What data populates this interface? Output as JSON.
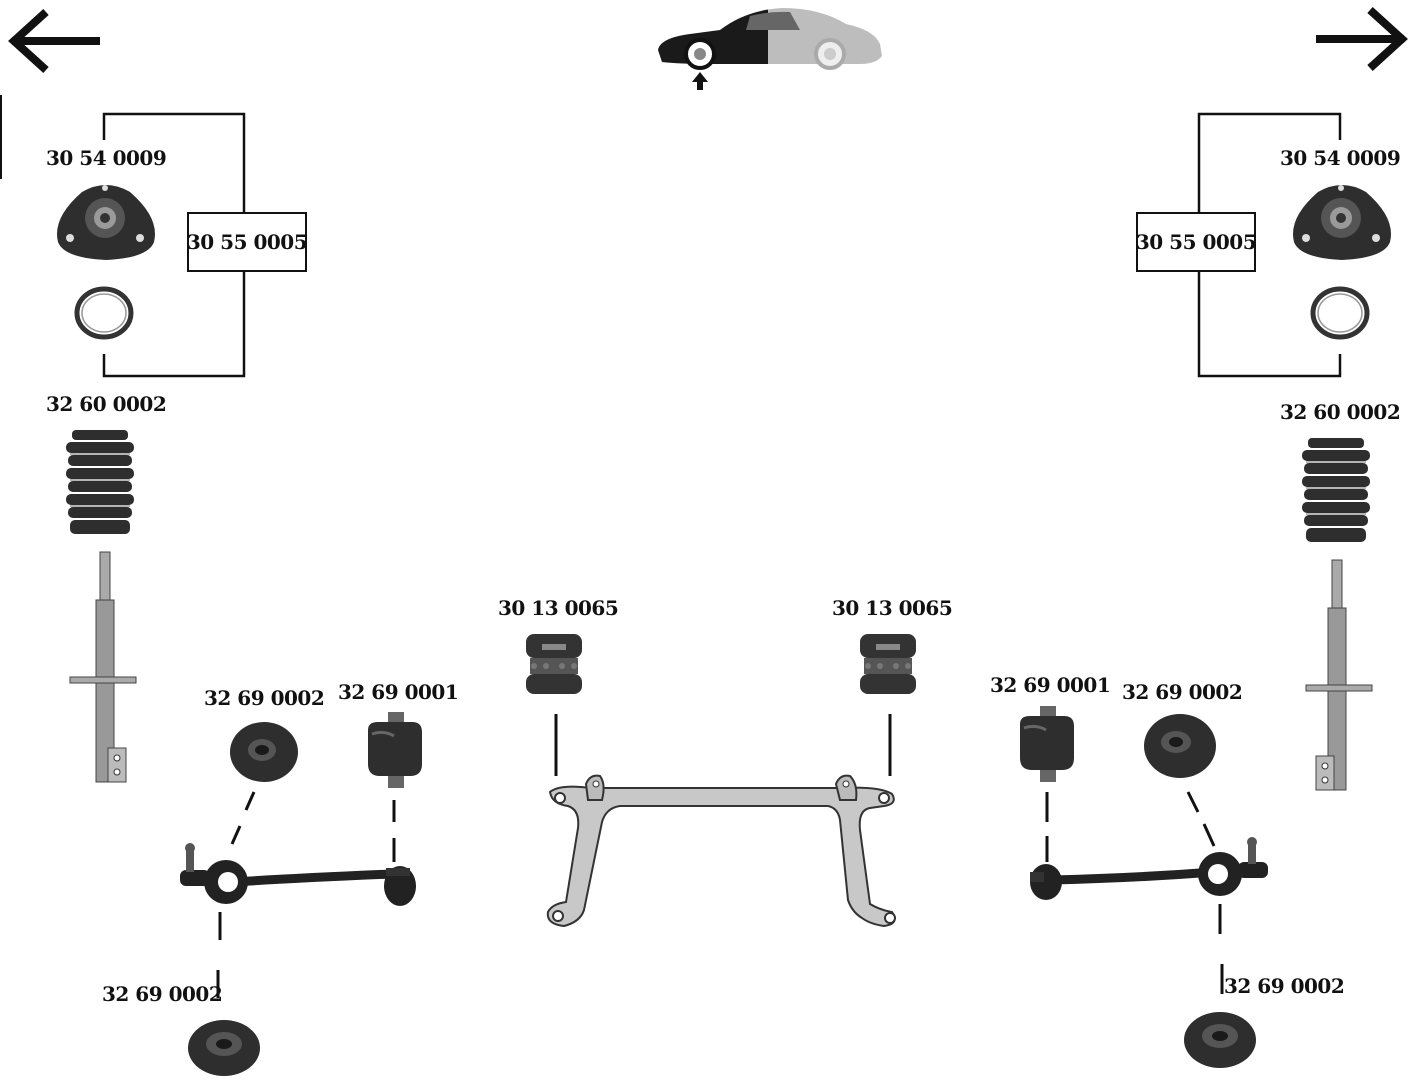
{
  "navigation": {
    "back_icon": "arrow-left-icon",
    "forward_icon": "arrow-right-icon",
    "vehicle_icon": "car-front-axle-icon"
  },
  "left_side": {
    "strut_mount": "30 54 0009",
    "repair_kit": "30 55 0005",
    "dust_boot": "32 60 0002",
    "control_arm_bushing_front": "32 69 0002",
    "control_arm_bushing_rear": "32 69 0001",
    "control_arm_bushing_lower": "32 69 0002"
  },
  "center": {
    "subframe_mount_left": "30 13 0065",
    "subframe_mount_right": "30 13 0065"
  },
  "right_side": {
    "strut_mount": "30 54 0009",
    "repair_kit": "30 55 0005",
    "dust_boot": "32 60 0002",
    "control_arm_bushing_rear": "32 69 0001",
    "control_arm_bushing_front": "32 69 0002",
    "control_arm_bushing_lower": "32 69 0002"
  },
  "colors": {
    "line": "#111111",
    "rubber": "#2e2e2e",
    "metal": "#9a9a9a",
    "subframe": "#c8c8c8",
    "car_dark": "#1a1a1a",
    "car_light": "#bdbdbd"
  }
}
